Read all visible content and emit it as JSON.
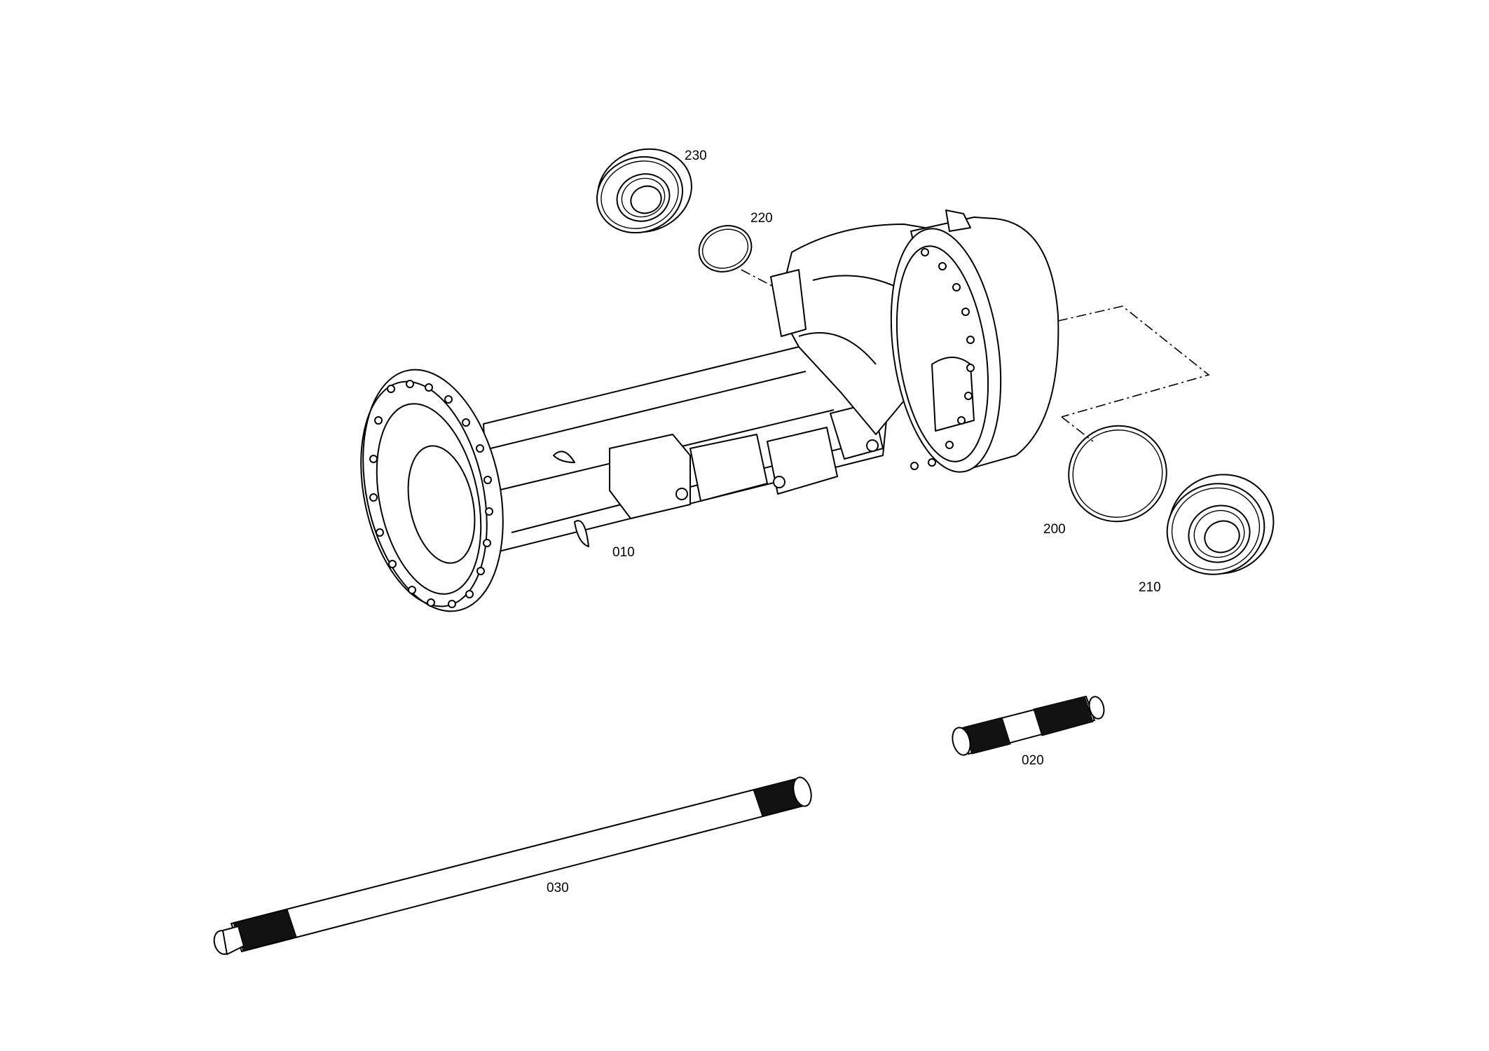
{
  "diagram": {
    "parts": [
      {
        "number": "230",
        "name": "bearing"
      },
      {
        "number": "220",
        "name": "ring"
      },
      {
        "number": "010",
        "name": "axle housing"
      },
      {
        "number": "200",
        "name": "ring"
      },
      {
        "number": "210",
        "name": "bearing"
      },
      {
        "number": "020",
        "name": "shaft short"
      },
      {
        "number": "030",
        "name": "shaft long"
      }
    ]
  }
}
